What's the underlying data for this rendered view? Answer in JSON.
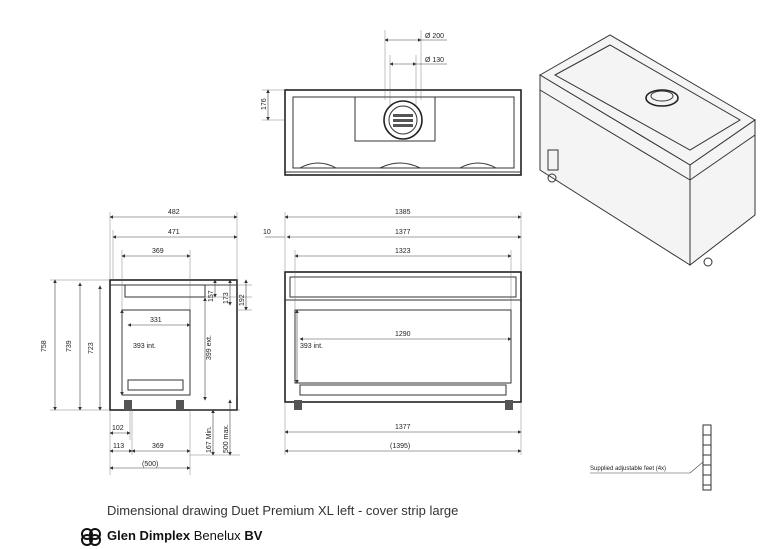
{
  "caption": "Dimensional drawing Duet Premium XL left - cover strip large",
  "company": {
    "brand": "Glen Dimplex",
    "region": "Benelux",
    "suffix": "BV"
  },
  "logo_icon": "glen-dimplex-knot-logo",
  "top_view": {
    "dims": [
      "Ø 200",
      "Ø 130",
      "176"
    ]
  },
  "side_view": {
    "dims": [
      "482",
      "471",
      "369",
      "157",
      "173",
      "192",
      "331",
      "393 int.",
      "399 ext.",
      "758",
      "739",
      "723",
      "102",
      "113",
      "369",
      "167 Min.",
      "500 max.",
      "(500)"
    ]
  },
  "front_view": {
    "dims": [
      "1385",
      "10",
      "1377",
      "1323",
      "1290",
      "393 int.",
      "1377",
      "(1395)"
    ]
  },
  "feet_note": "Supplied adjustable feet (4x)"
}
